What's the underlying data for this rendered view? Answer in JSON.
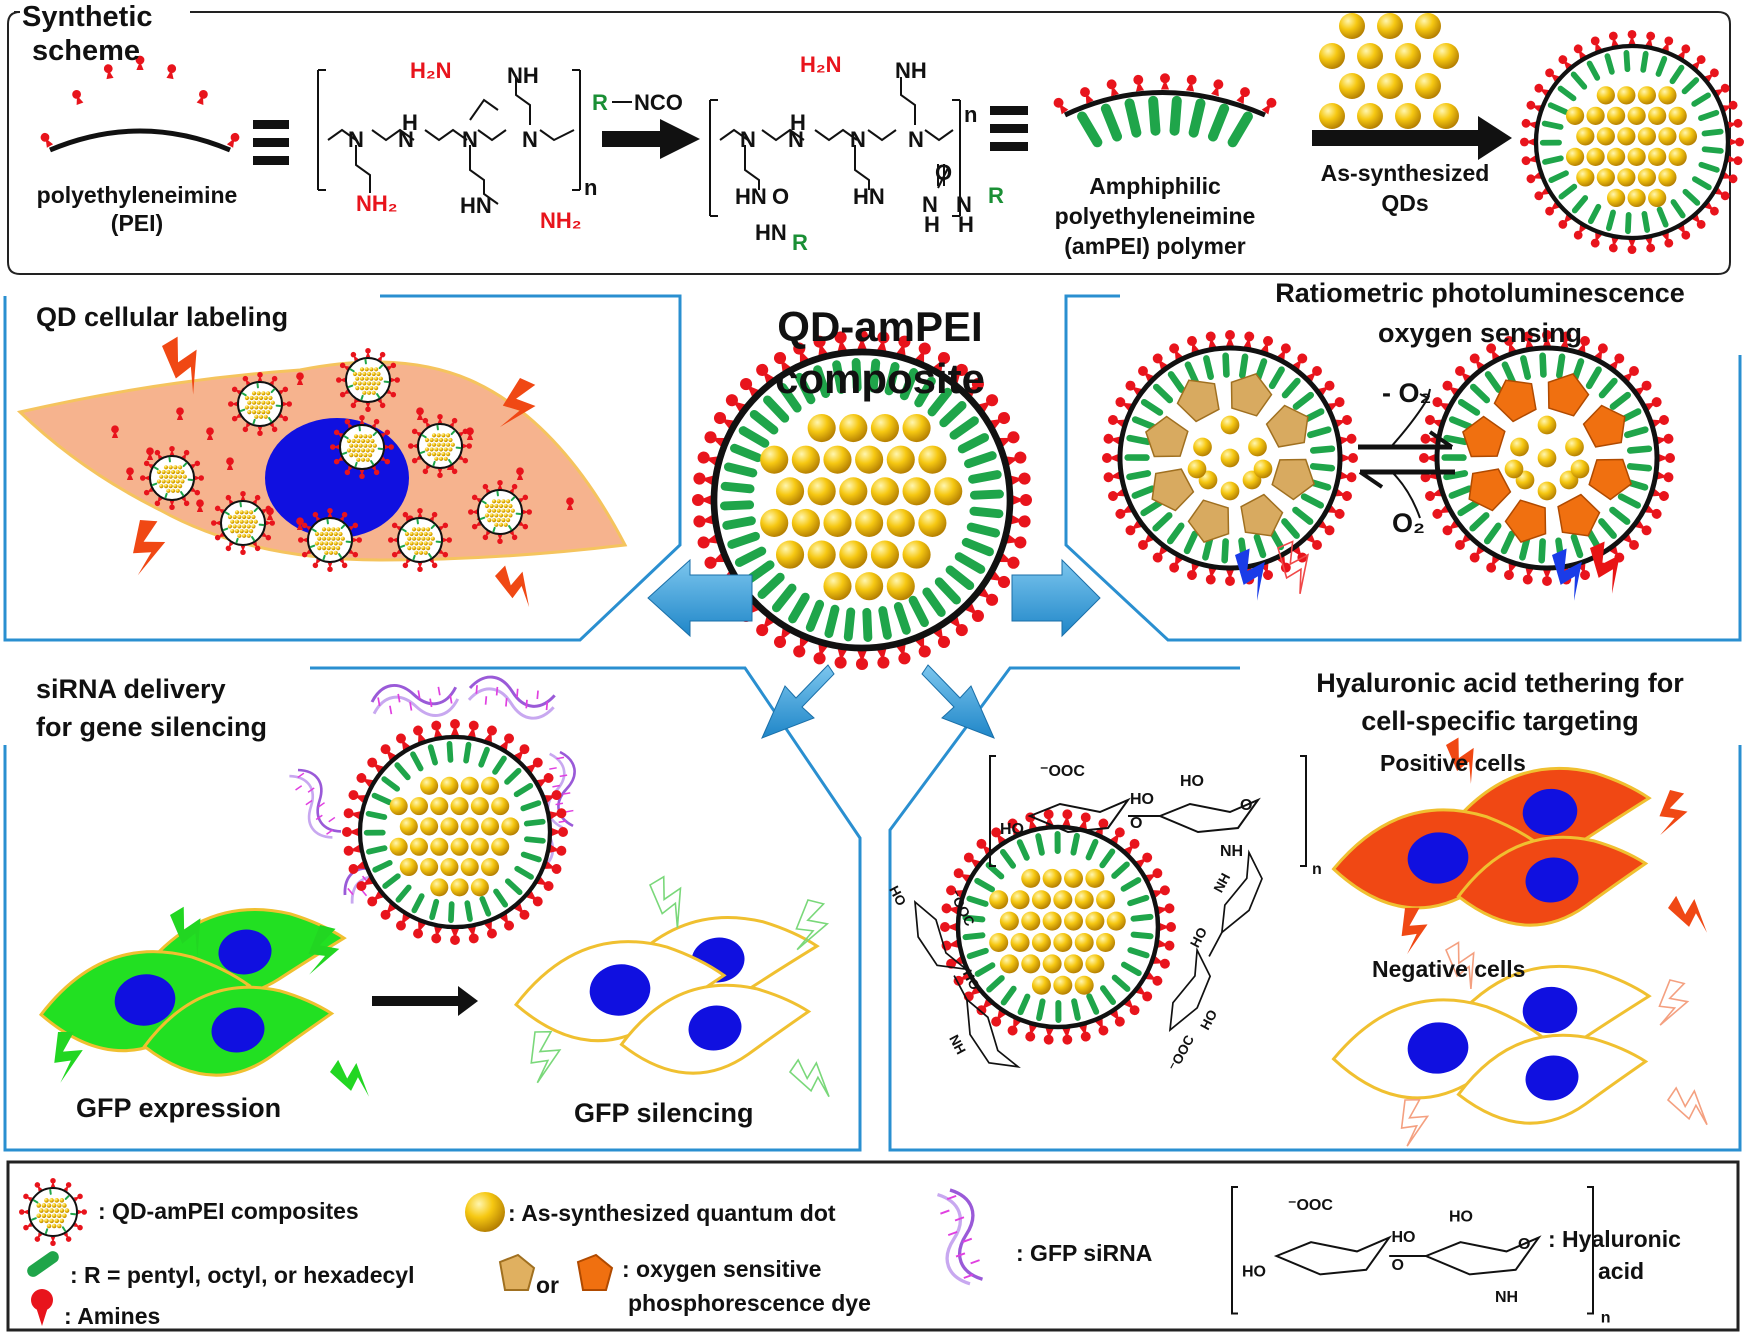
{
  "synthetic": {
    "title_line1": "Synthetic",
    "title_line2": "scheme",
    "pei_label_line1": "polyethyleneimine",
    "pei_label_line2": "(PEI)",
    "reagent_r": "R",
    "reagent_nco": "NCO",
    "subscript_n": "n",
    "amine_h2n": "H₂N",
    "amine_nh": "NH",
    "amine_nh2": "NH₂",
    "amine_h": "H",
    "amine_n": "N",
    "urea_hn": "HN",
    "urea_o": "O",
    "urea_r": "R",
    "ampei_label_line1": "Amphiphilic",
    "ampei_label_line2": "polyethyleneimine",
    "ampei_label_line3": "(amPEI) polymer",
    "qds_label_line1": "As-synthesized",
    "qds_label_line2": "QDs"
  },
  "center": {
    "title_line1": "QD-amPEI",
    "title_line2": "composite"
  },
  "panels": {
    "labeling": {
      "title": "QD cellular labeling"
    },
    "oxygen": {
      "title_line1": "Ratiometric photoluminescence",
      "title_line2": "oxygen sensing",
      "minus_o2": "- O₂",
      "o2": "O₂"
    },
    "sirna": {
      "title_line1": "siRNA delivery",
      "title_line2": "for gene silencing",
      "gfp_expression": "GFP expression",
      "gfp_silencing": "GFP silencing"
    },
    "hyaluronic": {
      "title_line1": "Hyaluronic acid tethering for",
      "title_line2": "cell-specific targeting",
      "positive_cells": "Positive cells",
      "negative_cells": "Negative cells"
    }
  },
  "hyaluronic_structure": {
    "ooc": "⁻OOC",
    "ho": "HO",
    "o": "O",
    "nh": "NH",
    "n": "n"
  },
  "legend": {
    "composites": ": QD-amPEI composites",
    "quantum_dot": ": As-synthesized quantum dot",
    "r_group": ": R = pentyl, octyl, or hexadecyl",
    "or": "or",
    "dye_line1": ": oxygen sensitive",
    "dye_line2": "phosphorescence dye",
    "amines": ": Amines",
    "sirna": ": GFP siRNA",
    "ha_line1": ": Hyaluronic",
    "ha_line2": "acid"
  },
  "colors": {
    "amine_red": "#e8141c",
    "ligand_green": "#1fa54a",
    "qd_gold": "#f5c20f",
    "panel_blue": "#2a8fd0",
    "arrow_blue": "#2d9ad8",
    "nucleus_blue": "#1010e0",
    "cell_orange": "#f6b38e",
    "cell_red": "#f04814",
    "gfp_green": "#22e022",
    "dye_orange": "#f07010",
    "dye_tan": "#d8aa60"
  }
}
